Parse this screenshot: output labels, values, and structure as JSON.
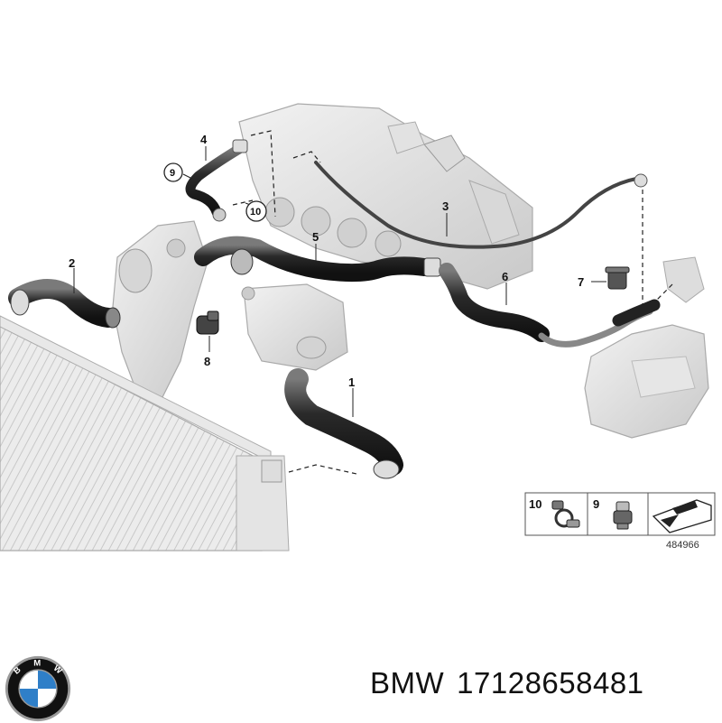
{
  "callouts": [
    {
      "id": "1",
      "label": "1"
    },
    {
      "id": "2",
      "label": "2"
    },
    {
      "id": "3",
      "label": "3"
    },
    {
      "id": "4",
      "label": "4"
    },
    {
      "id": "5",
      "label": "5"
    },
    {
      "id": "6",
      "label": "6"
    },
    {
      "id": "7",
      "label": "7"
    },
    {
      "id": "8",
      "label": "8"
    },
    {
      "id": "9",
      "label": "9"
    },
    {
      "id": "10",
      "label": "10"
    }
  ],
  "legend": {
    "item_10": "10",
    "item_9": "9",
    "ref_number": "484966"
  },
  "footer": {
    "brand": "BMW",
    "part_number": "17128658481"
  },
  "logo": {
    "letters": "BMW",
    "colors": {
      "ring": "#111111",
      "blue": "#2f7fc8",
      "white": "#ffffff",
      "silver": "#9a9a9a"
    }
  }
}
